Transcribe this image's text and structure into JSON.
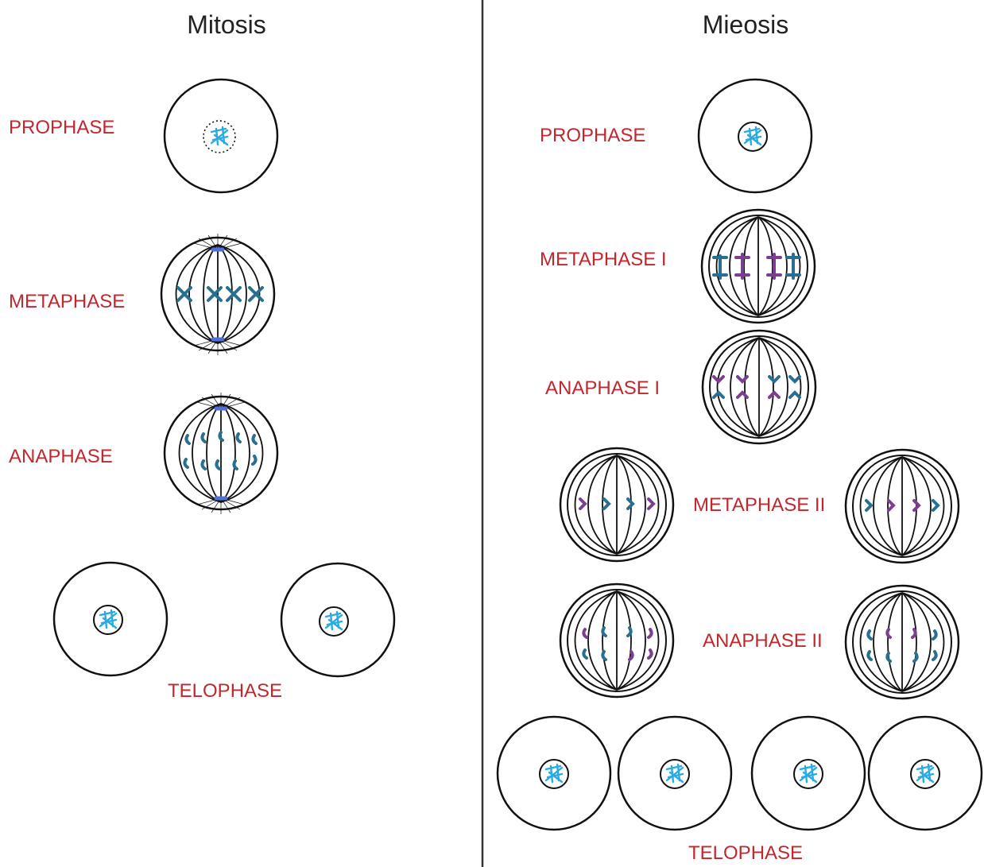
{
  "mitosis": {
    "title": "Mitosis",
    "prophase": "PROPHASE",
    "metaphase": "METAPHASE",
    "anaphase": "ANAPHASE",
    "telophase": "TELOPHASE"
  },
  "meiosis": {
    "title": "Mieosis",
    "prophase": "PROPHASE",
    "metaphase1": "METAPHASE I",
    "anaphase1": "ANAPHASE I",
    "metaphase2": "METAPHASE II",
    "anaphase2": "ANAPHASE II",
    "telophase": "TELOPHASE"
  },
  "colors": {
    "label": "#c1272d",
    "dna": "#29abe2",
    "chromosome_teal": "#2a6f8f",
    "chromosome_purple": "#7b3f8f",
    "centrosome": "#4f6fd6"
  }
}
